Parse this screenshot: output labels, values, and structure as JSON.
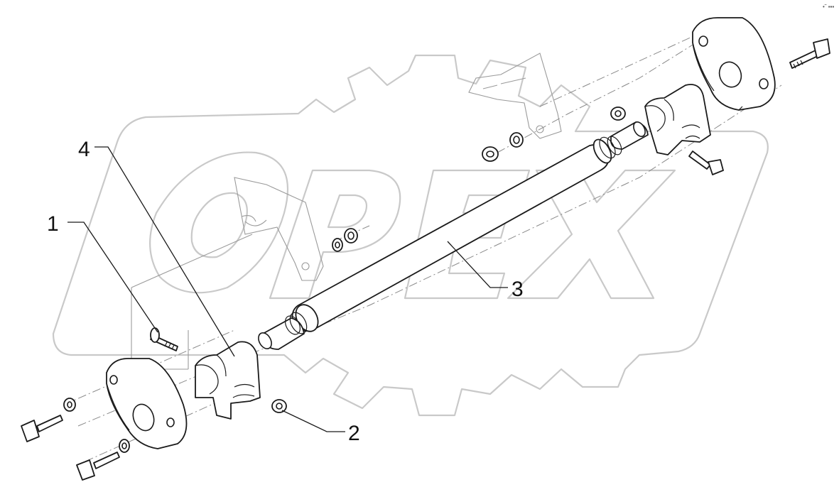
{
  "watermark": {
    "brand_text": "OPEX"
  },
  "callouts": [
    {
      "number": "1",
      "part": "bolt"
    },
    {
      "number": "2",
      "part": "nut"
    },
    {
      "number": "3",
      "part": "shaft"
    },
    {
      "number": "4",
      "part": "bearing-clamp"
    }
  ],
  "stamp_text": "•˜ ▪▪▪"
}
